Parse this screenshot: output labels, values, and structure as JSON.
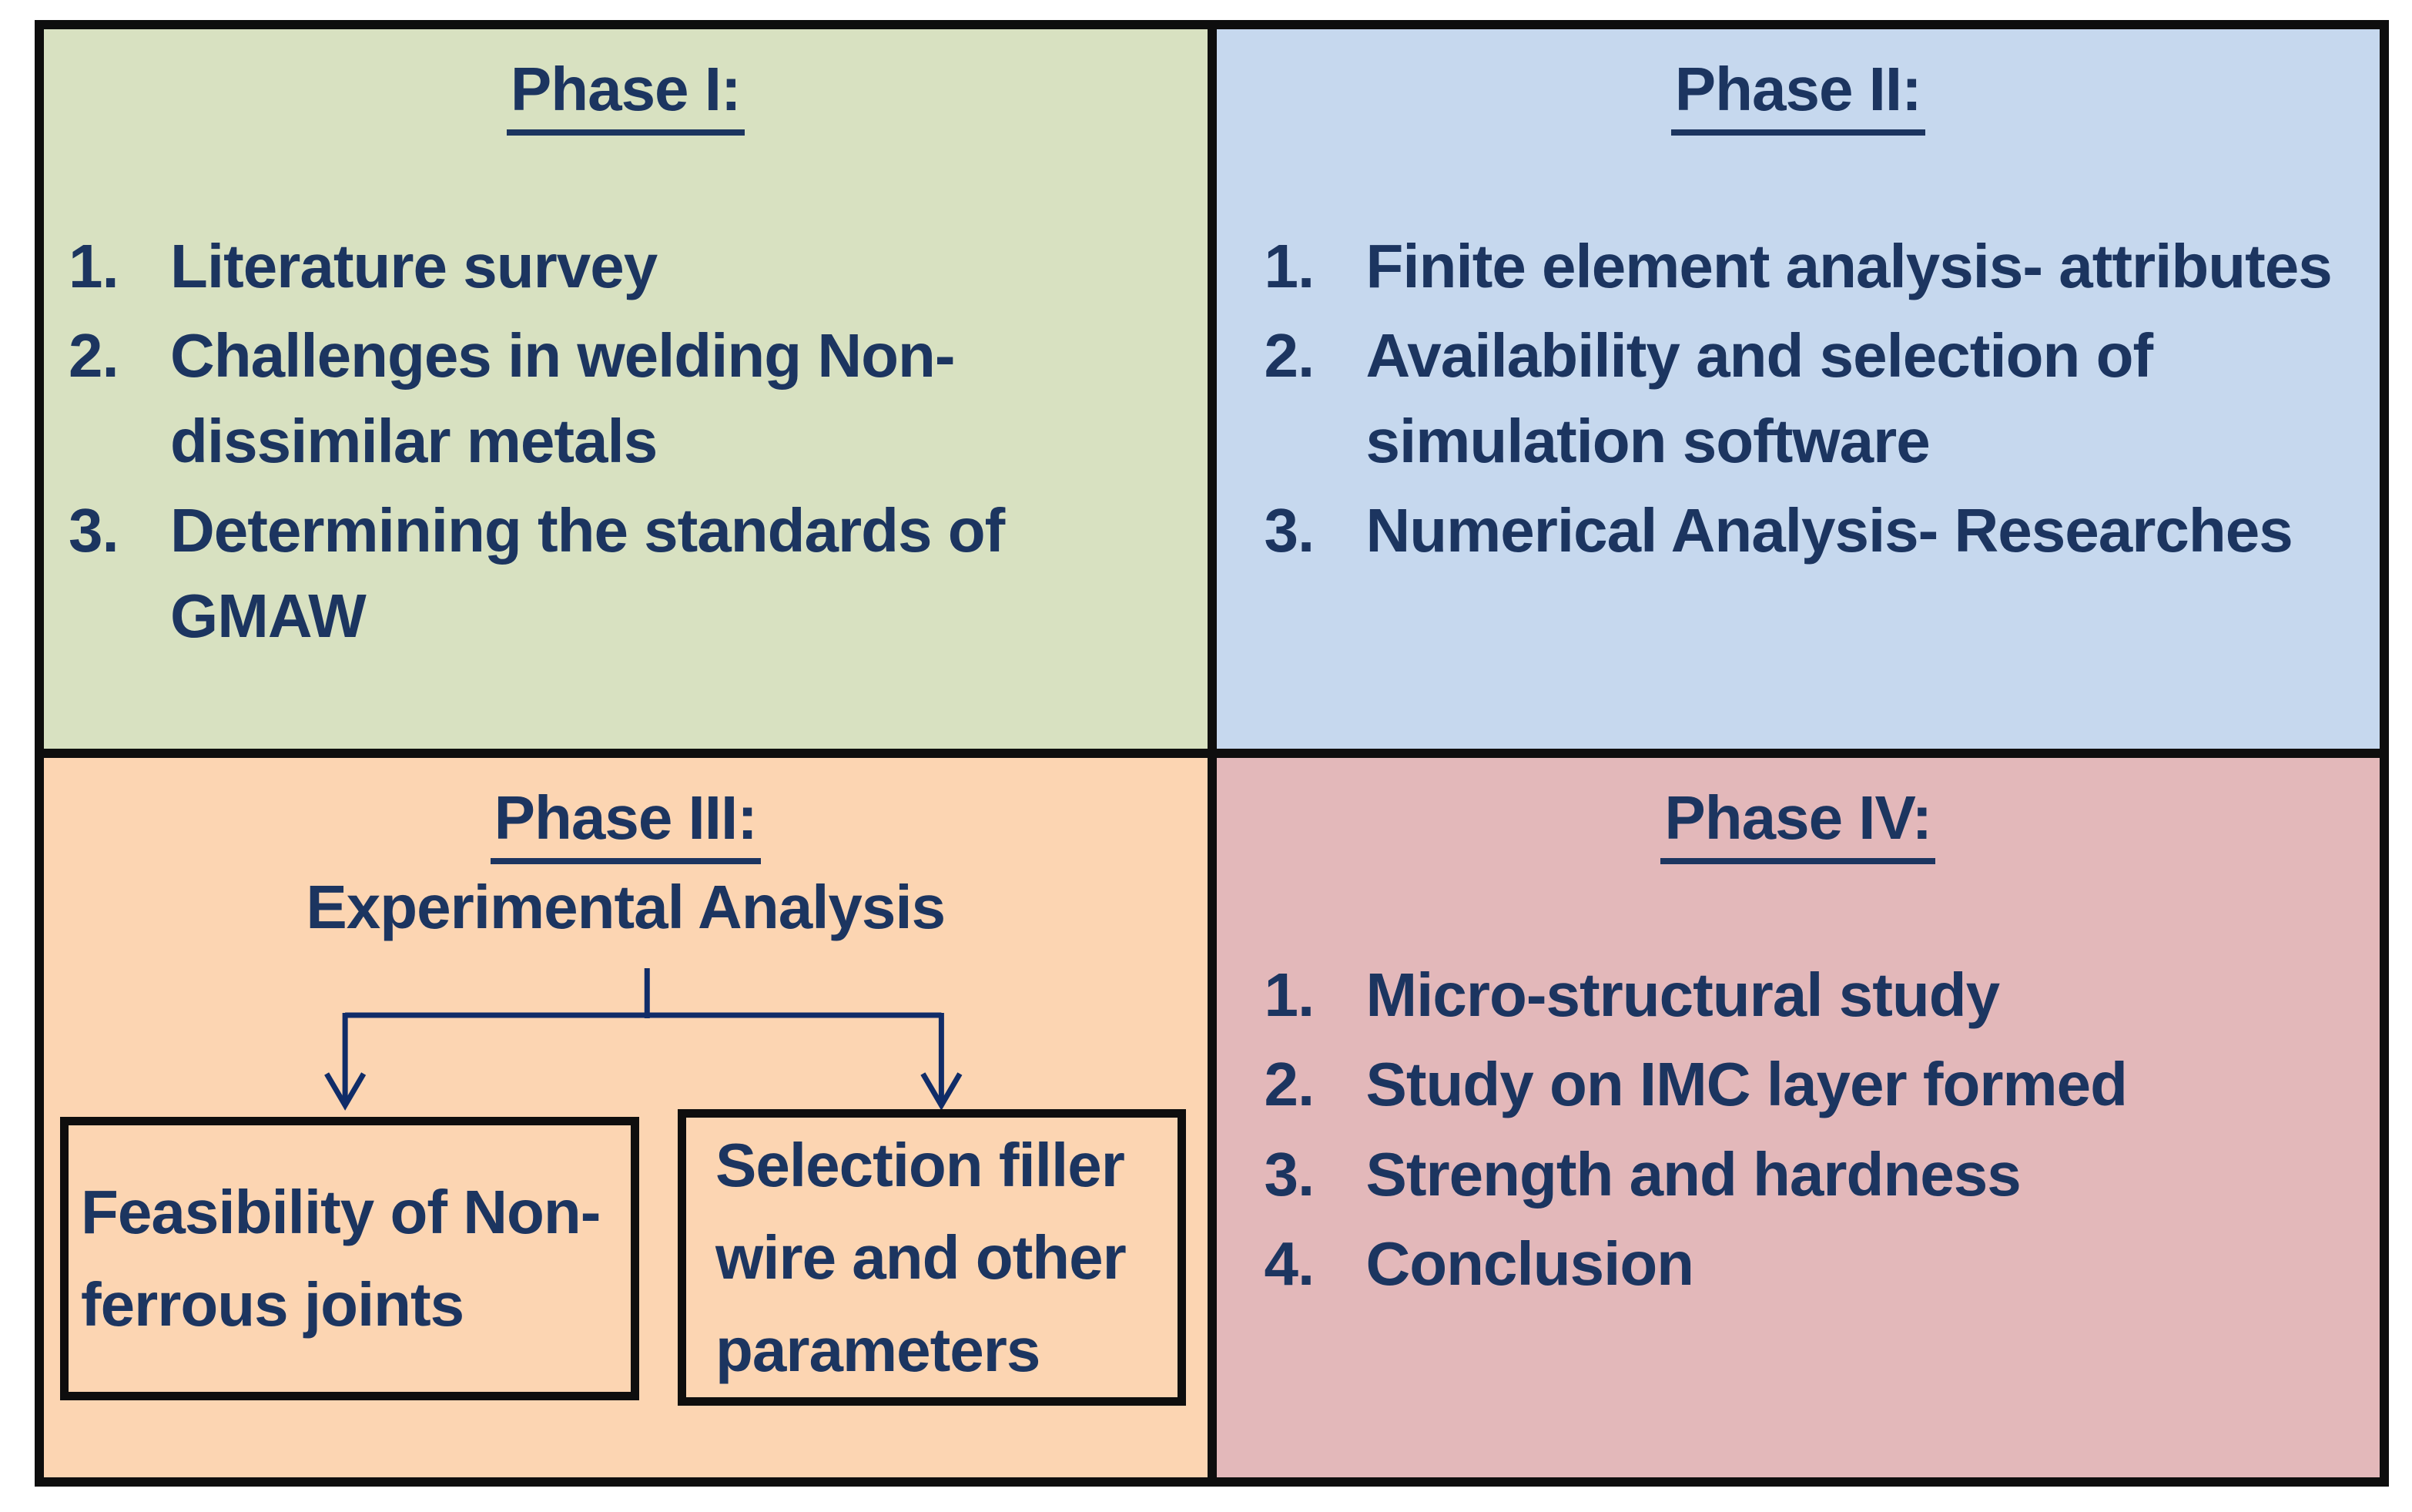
{
  "colors": {
    "phase1_bg": "#d8e1c1",
    "phase2_bg": "#c6d8ee",
    "phase3_bg": "#fcd5b2",
    "phase4_bg": "#e3b8ba",
    "text_navy": "#1c3560",
    "connector_navy": "#102c68",
    "grid_border": "#0e0e0e",
    "page_bg": "#ffffff"
  },
  "phase1": {
    "title": "Phase I:",
    "items": [
      {
        "num": "1.",
        "text": "Literature survey"
      },
      {
        "num": "2.",
        "text": "Challenges in welding Non-\ndissimilar metals"
      },
      {
        "num": "3.",
        "text": "Determining the standards of\nGMAW"
      }
    ]
  },
  "phase2": {
    "title": "Phase II:",
    "items": [
      {
        "num": "1.",
        "text": "Finite element analysis- attributes"
      },
      {
        "num": "2.",
        "text": "Availability and selection of\nsimulation software"
      },
      {
        "num": "3.",
        "text": "Numerical Analysis- Researches"
      }
    ]
  },
  "phase3": {
    "title": "Phase III:",
    "subtitle": "Experimental Analysis",
    "box_left": "Feasibility of Non-\nferrous joints",
    "box_right": "Selection filler\nwire and other\nparameters"
  },
  "phase4": {
    "title": "Phase IV:",
    "items": [
      {
        "num": "1.",
        "text": "Micro-structural study"
      },
      {
        "num": "2.",
        "text": "Study on IMC layer formed"
      },
      {
        "num": "3.",
        "text": "Strength and hardness"
      },
      {
        "num": "4.",
        "text": "Conclusion"
      }
    ]
  }
}
